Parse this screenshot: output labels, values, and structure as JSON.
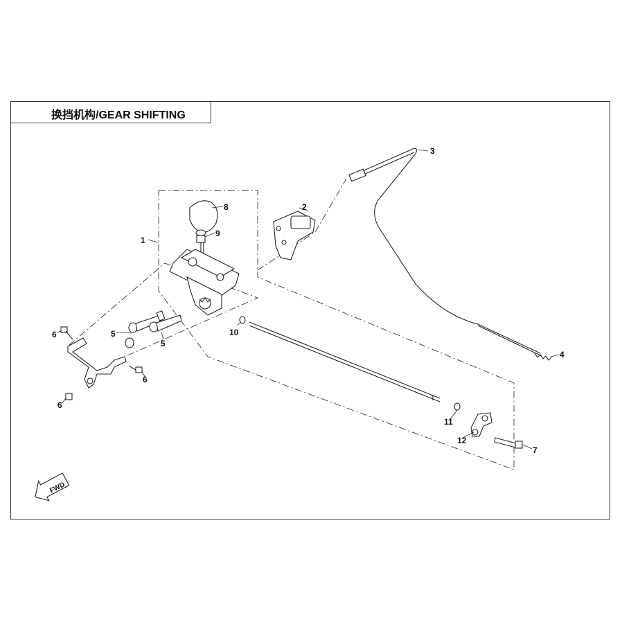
{
  "title": "换挡机构/GEAR SHIFTING",
  "fwd_label": "FWD",
  "callouts": {
    "c1": "1",
    "c2": "2",
    "c3": "3",
    "c4": "4",
    "c5a": "5",
    "c5b": "5",
    "c6a": "6",
    "c6b": "6",
    "c6c": "6",
    "c7": "7",
    "c8": "8",
    "c9": "9",
    "c10": "10",
    "c11": "11",
    "c12": "12"
  }
}
